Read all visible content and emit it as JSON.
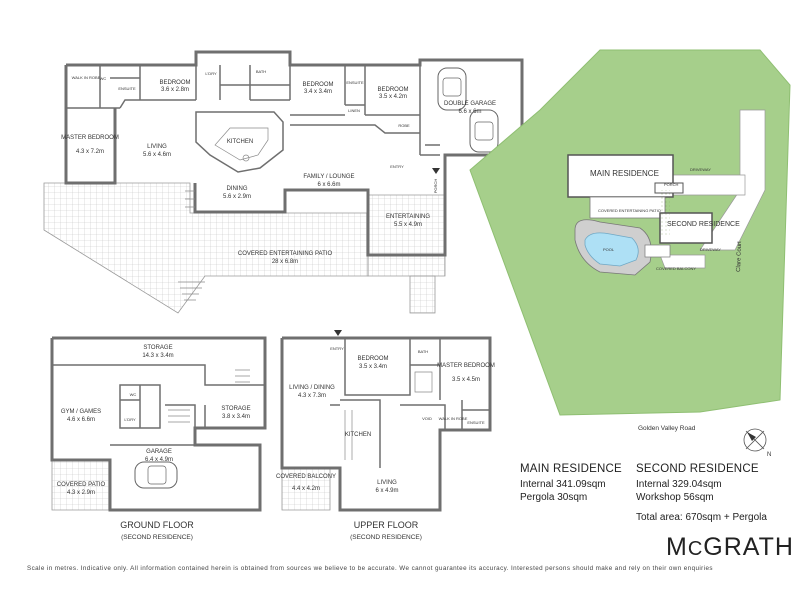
{
  "main_floor": {
    "walk_in_robe": "WALK IN ROBE",
    "wc": "WC",
    "ensuite": "ENSUITE",
    "bedroom_1": "BEDROOM",
    "bedroom_1_dim": "3.6 x 2.8m",
    "ldry": "L'DRY",
    "bath": "BATH",
    "bedroom_2": "BEDROOM",
    "bedroom_2_dim": "3.4 x 3.4m",
    "ensuite_2": "ENSUITE",
    "linen": "LINEN",
    "bedroom_3": "BEDROOM",
    "bedroom_3_dim": "3.5 x 4.2m",
    "robe": "ROBE",
    "double_garage": "DOUBLE GARAGE",
    "double_garage_dim": "6.6 x 6m",
    "master_bedroom": "MASTER BEDROOM",
    "master_bedroom_dim": "4.3 x 7.2m",
    "living": "LIVING",
    "living_dim": "5.6 x 4.6m",
    "kitchen": "KITCHEN",
    "family": "FAMILY / LOUNGE",
    "family_dim": "6 x 6.6m",
    "entry": "ENTRY",
    "porch": "PORCH",
    "dining": "DINING",
    "dining_dim": "5.6 x 2.9m",
    "entertaining": "ENTERTAINING",
    "entertaining_dim": "5.5 x 4.9m",
    "patio": "COVERED ENTERTAINING PATIO",
    "patio_dim": "28 x 6.8m"
  },
  "ground_floor": {
    "storage_1": "STORAGE",
    "storage_1_dim": "14.3 x 3.4m",
    "wc": "WC",
    "gym": "GYM / GAMES",
    "gym_dim": "4.6 x 6.6m",
    "ldry": "L'DRY",
    "storage_2": "STORAGE",
    "storage_2_dim": "3.8 x 3.4m",
    "garage": "GARAGE",
    "garage_dim": "6.4 x 4.9m",
    "covered_patio": "COVERED PATIO",
    "covered_patio_dim": "4.3 x 2.9m",
    "title": "GROUND FLOOR",
    "subtitle": "(SECOND RESIDENCE)"
  },
  "upper_floor": {
    "entry": "ENTRY",
    "bedroom": "BEDROOM",
    "bedroom_dim": "3.5 x 3.4m",
    "bath": "BATH",
    "master_bedroom": "MASTER BEDROOM",
    "master_bedroom_dim": "3.5 x 4.5m",
    "living_dining": "LIVING / DINING",
    "living_dining_dim": "4.3 x 7.3m",
    "void": "VOID",
    "walk_in_robe": "WALK IN ROBE",
    "ensuite": "ENSUITE",
    "kitchen": "KITCHEN",
    "covered_balcony": "COVERED BALCONY",
    "covered_balcony_dim": "4.4 x 4.2m",
    "living": "LIVING",
    "living_dim": "6 x 4.9m",
    "title": "UPPER FLOOR",
    "subtitle": "(SECOND RESIDENCE)"
  },
  "site": {
    "main_residence": "MAIN RESIDENCE",
    "driveway_1": "DRIVEWAY",
    "porch": "PORCH",
    "covered_patio": "COVERED ENTERTAINING PATIO",
    "second_residence": "SECOND RESIDENCE",
    "pool": "POOL",
    "driveway_2": "DRIVEWAY",
    "covered_balcony": "COVERED BALCONY",
    "street": "Clare Court",
    "road": "Golden Valley Road",
    "north": "N"
  },
  "summary": {
    "main_title": "MAIN RESIDENCE",
    "main_internal": "Internal 341.09sqm",
    "main_pergola": "Pergola 30sqm",
    "second_title": "SECOND RESIDENCE",
    "second_internal": "Internal 329.04sqm",
    "second_workshop": "Workshop 56sqm",
    "total": "Total area: 670sqm + Pergola"
  },
  "brand": {
    "first": "M",
    "small": "C",
    "rest": "GRATH"
  },
  "disclaimer": "Scale in metres. Indicative only. All information contained herein is obtained from sources we believe to be accurate. We cannot guarantee its accuracy. Interested persons should make and rely on their own enquiries",
  "colors": {
    "wall": "#6f6f6f",
    "site_green": "#a6cf8b",
    "pool": "#aee0f5",
    "hatch": "#bdbdbd"
  }
}
